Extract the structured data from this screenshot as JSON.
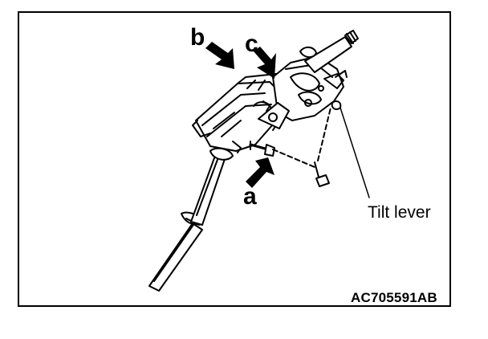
{
  "diagram": {
    "callouts": {
      "a": "a",
      "b": "b",
      "c": "c"
    },
    "tilt_lever_label": "Tilt lever",
    "figure_code": "AC705591AB"
  },
  "colors": {
    "ink": "#000000",
    "paper": "#ffffff"
  }
}
